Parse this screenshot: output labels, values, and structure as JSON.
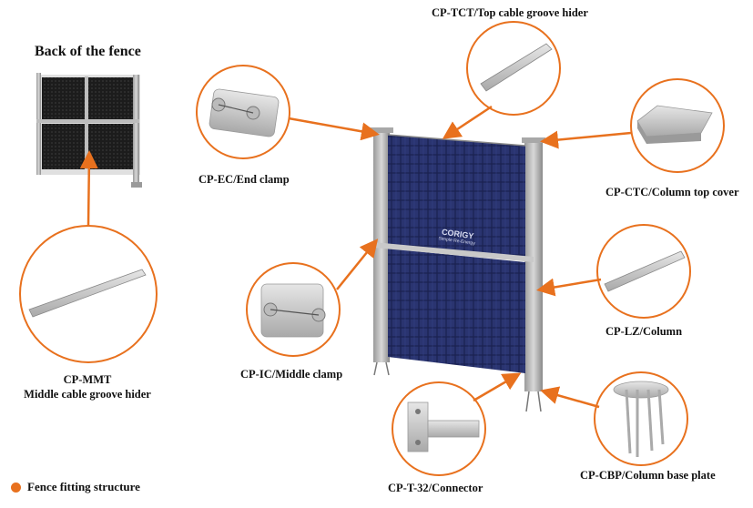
{
  "accent_color": "#e8711e",
  "back_title": "Back of the fence",
  "labels": {
    "top_cable_groove_hider": "CP-TCT/Top cable groove hider",
    "end_clamp": "CP-EC/End clamp",
    "column_top_cover": "CP-CTC/Column top cover",
    "column": "CP-LZ/Column",
    "middle_clamp": "CP-IC/Middle clamp",
    "middle_groove_code": "CP-MMT",
    "middle_groove_name": "Middle cable groove hider",
    "connector": "CP-T-32/Connector",
    "column_base_plate": "CP-CBP/Column base plate"
  },
  "panel_brand": "CORIGY",
  "panel_brand_sub": "Simple Re-Energy",
  "legend": "Fence fitting structure"
}
